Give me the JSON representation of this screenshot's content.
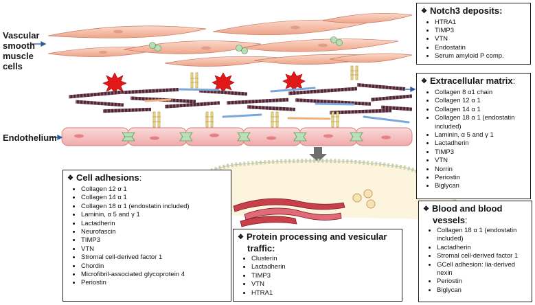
{
  "labels": {
    "vsmc": "Vascular smooth muscle cells",
    "endothelium": "Endothelium"
  },
  "boxes": {
    "notch3": {
      "title": "Notch3 deposits:",
      "items": [
        "HTRA1",
        "TIMP3",
        "VTN",
        "Endostatin",
        "Serum amyloid P comp."
      ]
    },
    "ecm": {
      "title": "Extracellular matrix",
      "title_suffix": ":",
      "items": [
        "Collagen 8 α1 chain",
        "Collagen 12 α 1",
        "Collagen 14 α 1",
        "Collagen 18 α 1 (endostatin included)",
        "Laminin, α 5 and γ 1",
        "Lactadherin",
        "TIMP3",
        "VTN",
        "Norrin",
        "Periostin",
        "Biglycan"
      ]
    },
    "adhesion": {
      "title": "Cell adhesions",
      "title_suffix": ":",
      "items": [
        "Collagen 12 α 1",
        "Collagen 14 α 1",
        "Collagen 18 α 1 (endostatin included)",
        "Laminin, α 5 and γ 1",
        "Lactadherin",
        "Neurofascin",
        "TIMP3",
        "VTN",
        "Stromal cell-derived factor 1",
        "Chordin",
        "Microfibril-associated glycoprotein 4",
        "Periostin"
      ]
    },
    "protein": {
      "title": "Protein processing and vesicular traffic:",
      "items": [
        "Clusterin",
        "Lactadherin",
        "TIMP3",
        "VTN",
        "HTRA1"
      ]
    },
    "blood": {
      "title": "Blood and blood vessels",
      "title_suffix": ":",
      "items": [
        "Collagen 18 α 1 (endostatin included)",
        "Lactadherin",
        "Stromal cell-derived factor 1",
        "GCell adhesion: lia-derived nexin",
        "Periostin",
        "Biglycan"
      ]
    }
  },
  "colors": {
    "smooth_muscle": "#f2b8a0",
    "endothelium": "#f6c4c4",
    "notch3_star": "#e01818",
    "collagen_fiber": "#5a3040",
    "blue_fiber": "#7aa6dc",
    "orange_fiber": "#f2b07a",
    "adhesion_bead": "#b8e0b8",
    "junction": "#f0dc90",
    "membrane": "#e8e4a8"
  },
  "icons": {
    "box_bullet": "diamond-bullet-icon",
    "notch3": "red-star-icon",
    "arrow_down": "grey-down-arrow-icon"
  }
}
